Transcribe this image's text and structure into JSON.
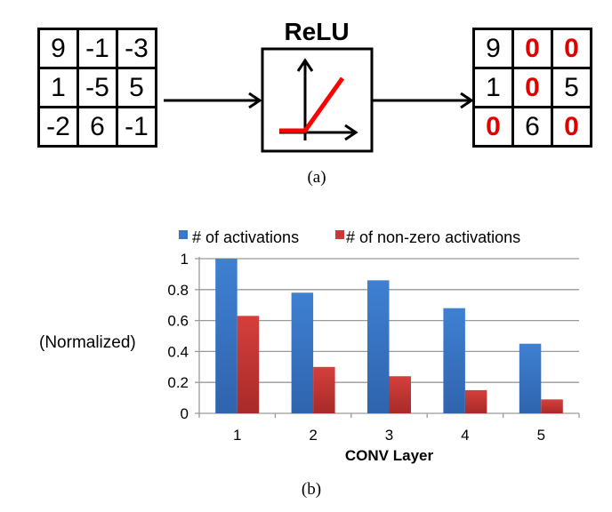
{
  "part_a": {
    "input_matrix": [
      [
        "9",
        "-1",
        "-3"
      ],
      [
        "1",
        "-5",
        "5"
      ],
      [
        "-2",
        "6",
        "-1"
      ]
    ],
    "function_title": "ReLU",
    "output_matrix": [
      [
        "9",
        "0",
        "0"
      ],
      [
        "1",
        "0",
        "5"
      ],
      [
        "0",
        "6",
        "0"
      ]
    ],
    "zeroed_cells": [
      [
        0,
        1
      ],
      [
        0,
        2
      ],
      [
        1,
        1
      ],
      [
        2,
        0
      ],
      [
        2,
        2
      ]
    ],
    "caption": "(a)",
    "colors": {
      "zero": "#e00000",
      "relu_curve": "#ff0000",
      "stroke": "#000000"
    }
  },
  "part_b": {
    "caption": "(b)"
  },
  "chart_data": {
    "type": "bar",
    "title": "",
    "categories": [
      "1",
      "2",
      "3",
      "4",
      "5"
    ],
    "xlabel": "CONV Layer",
    "ylabel": "(Normalized)",
    "ylim": [
      0,
      1
    ],
    "yticks": [
      "0",
      "0.2",
      "0.4",
      "0.6",
      "0.8",
      "1"
    ],
    "ytick_values": [
      0,
      0.2,
      0.4,
      0.6,
      0.8,
      1
    ],
    "grid": true,
    "legend": "top",
    "series": [
      {
        "name": "# of activations",
        "color": "#3a78c8",
        "values": [
          1.0,
          0.78,
          0.86,
          0.68,
          0.45
        ]
      },
      {
        "name": "# of non-zero activations",
        "color": "#c83a3a",
        "values": [
          0.63,
          0.3,
          0.24,
          0.15,
          0.09
        ]
      }
    ]
  }
}
